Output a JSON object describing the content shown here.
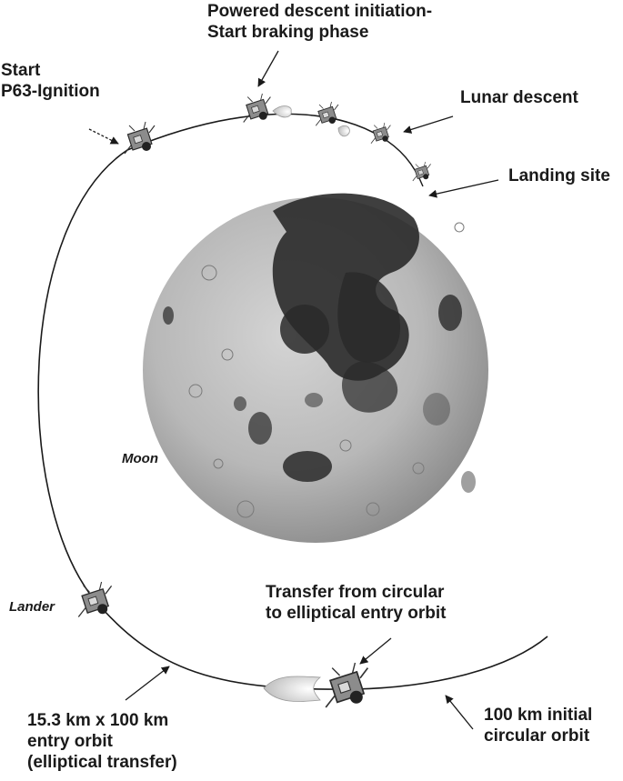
{
  "labels": {
    "start_ignition": [
      "Start",
      "P63-Ignition"
    ],
    "powered_descent": [
      "Powered descent initiation-",
      "Start braking phase"
    ],
    "lunar_descent": "Lunar descent",
    "landing_site": "Landing site",
    "moon": "Moon",
    "lander": "Lander",
    "transfer": [
      "Transfer from circular",
      "to elliptical entry orbit"
    ],
    "entry_orbit": [
      "15.3 km x 100 km",
      "entry orbit",
      "(elliptical transfer)"
    ],
    "initial_orbit": [
      "100 km initial",
      "circular orbit"
    ]
  },
  "colors": {
    "text": "#1a1a1a",
    "orbit_line": "#1a1a1a",
    "moon_light": "#c9c9c9",
    "moon_mare": "#262626",
    "flame": "#e4e4e4"
  },
  "icons": [
    "lunar-lander-icon",
    "engine-flame-icon",
    "arrow-icon"
  ]
}
